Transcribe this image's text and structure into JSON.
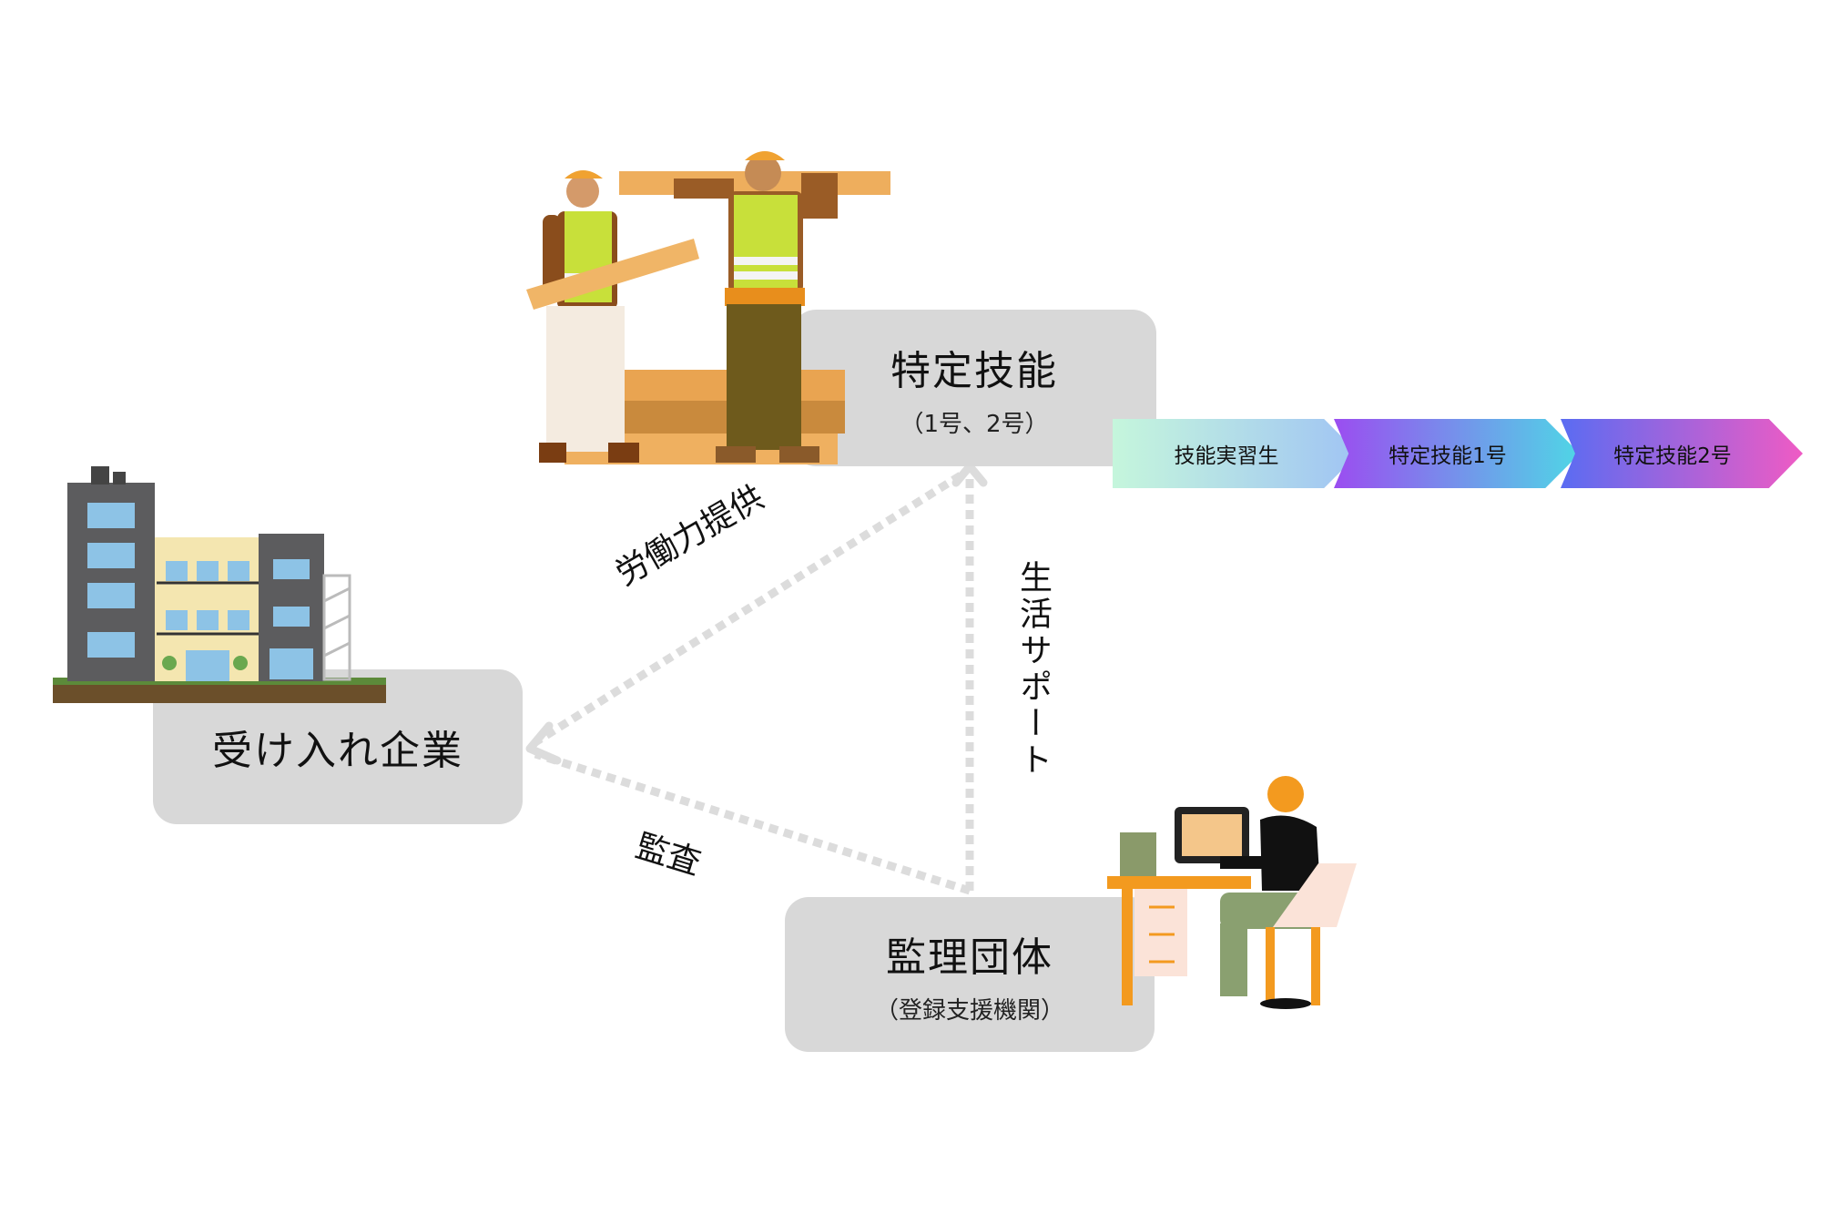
{
  "nodes": {
    "skill": {
      "title": "特定技能",
      "subtitle": "（1号、2号）"
    },
    "company": {
      "title": "受け入れ企業"
    },
    "org": {
      "title": "監理団体",
      "subtitle": "（登録支援機関）"
    }
  },
  "edges": {
    "labor": "労働力提供",
    "life_support": "生活サポート",
    "audit": "監査"
  },
  "pathway": {
    "steps": [
      "技能実習生",
      "特定技能1号",
      "特定技能2号"
    ]
  },
  "illustrations": {
    "workers": "construction-workers-illustration",
    "building": "apartment-building-illustration",
    "office": "office-worker-illustration"
  }
}
